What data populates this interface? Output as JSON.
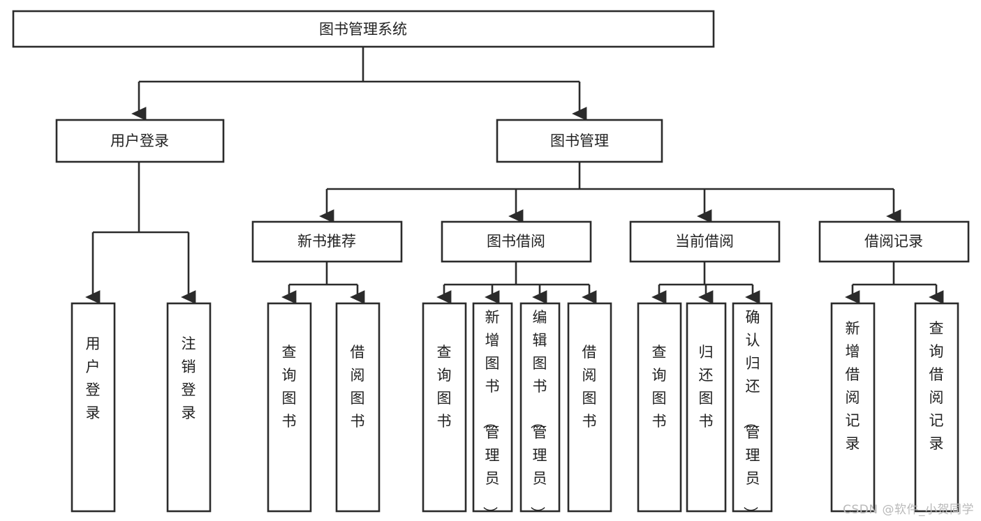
{
  "diagram": {
    "type": "tree-hierarchy-chart",
    "title": "图书管理系统",
    "watermark": "CSDN @软件_小贺同学",
    "colors": {
      "stroke": "#2b2b2b",
      "fill": "#ffffff",
      "text": "#222222",
      "watermark": "#b9b9b9",
      "background": "#ffffff"
    },
    "levels": {
      "root": {
        "label": "图书管理系统"
      },
      "level2": [
        {
          "label": "用户登录"
        },
        {
          "label": "图书管理"
        }
      ],
      "level3": [
        {
          "label": "新书推荐"
        },
        {
          "label": "图书借阅"
        },
        {
          "label": "当前借阅"
        },
        {
          "label": "借阅记录"
        }
      ],
      "leaves": {
        "用户登录": [
          {
            "label": "用户登录"
          },
          {
            "label": "注销登录"
          }
        ],
        "新书推荐": [
          {
            "label": "查询图书"
          },
          {
            "label": "借阅图书"
          }
        ],
        "图书借阅": [
          {
            "label": "查询图书"
          },
          {
            "label": "新增图书（管理员）"
          },
          {
            "label": "编辑图书（管理员）"
          },
          {
            "label": "借阅图书"
          }
        ],
        "当前借阅": [
          {
            "label": "查询图书"
          },
          {
            "label": "归还图书"
          },
          {
            "label": "确认归还（管理员）"
          }
        ],
        "借阅记录": [
          {
            "label": "新增借阅记录"
          },
          {
            "label": "查询借阅记录"
          }
        ]
      }
    }
  },
  "nodes": {
    "root": {
      "label": "图书管理系统"
    },
    "n_user_login": {
      "label": "用户登录"
    },
    "n_book_mgmt": {
      "label": "图书管理"
    },
    "n_new_book_rec": {
      "label": "新书推荐"
    },
    "n_book_borrow": {
      "label": "图书借阅"
    },
    "n_current_borrow": {
      "label": "当前借阅"
    },
    "n_borrow_record": {
      "label": "借阅记录"
    },
    "l_user_login": {
      "label": "用户登录"
    },
    "l_logout": {
      "label": "注销登录"
    },
    "l_query_book_1": {
      "label": "查询图书"
    },
    "l_borrow_book_1": {
      "label": "借阅图书"
    },
    "l_query_book_2": {
      "label": "查询图书"
    },
    "l_add_book": {
      "label": "新增图书（管理员）"
    },
    "l_edit_book": {
      "label": "编辑图书（管理员）"
    },
    "l_borrow_book_2": {
      "label": "借阅图书"
    },
    "l_query_book_3": {
      "label": "查询图书"
    },
    "l_return_book": {
      "label": "归还图书"
    },
    "l_confirm_return": {
      "label": "确认归还（管理员）"
    },
    "l_add_record": {
      "label": "新增借阅记录"
    },
    "l_query_record": {
      "label": "查询借阅记录"
    }
  },
  "footer": {
    "watermark": "CSDN @软件_小贺同学"
  }
}
